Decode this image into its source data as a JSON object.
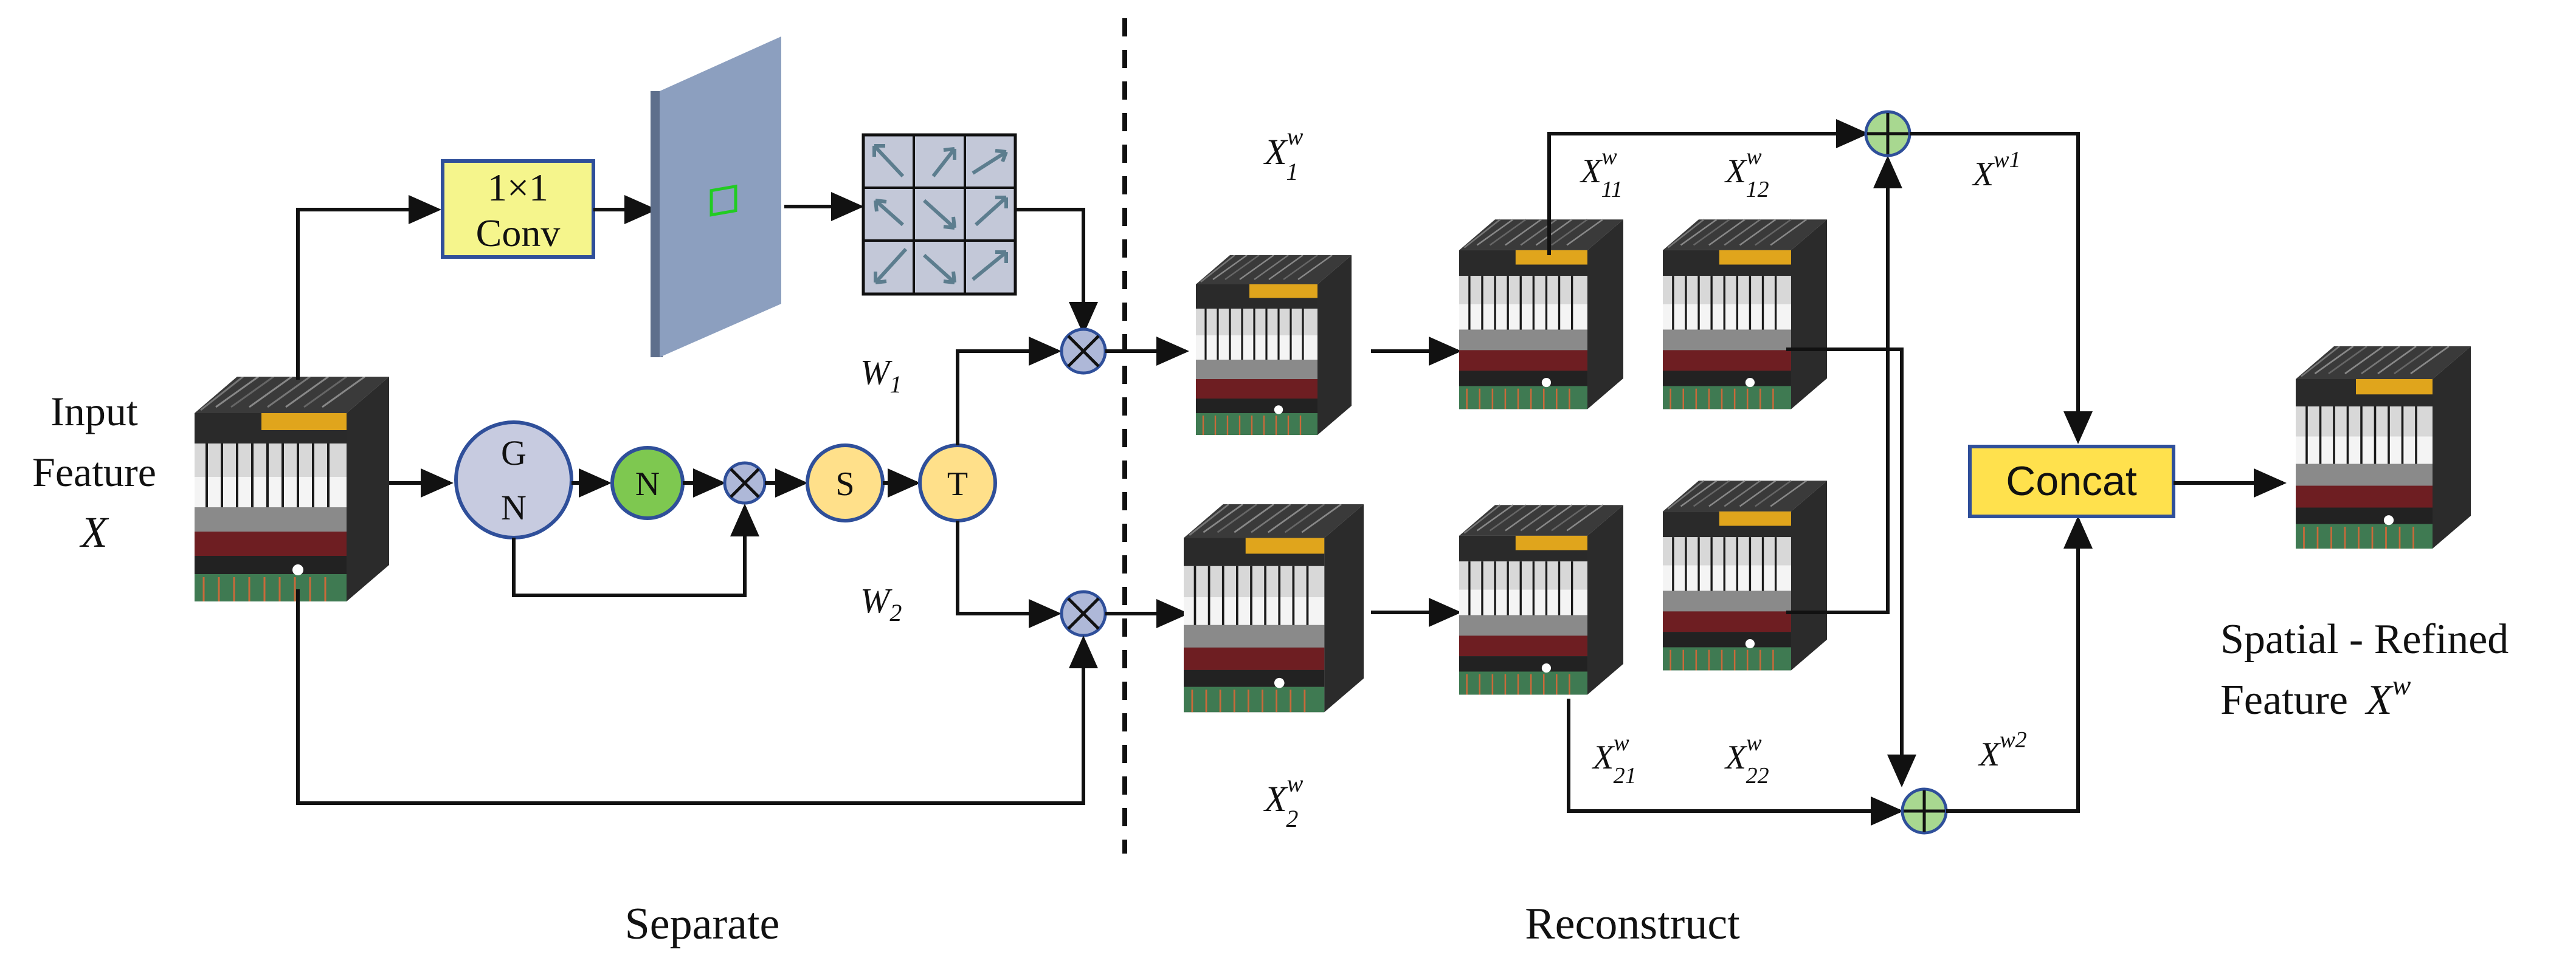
{
  "input_label": {
    "line1": "Input",
    "line2": "Feature",
    "line3": "X"
  },
  "nodes": {
    "conv": {
      "line1": "1×1",
      "line2": "Conv"
    },
    "gn": {
      "g": "G",
      "n": "N"
    },
    "n": "N",
    "s": "S",
    "t": "T",
    "concat": "Concat"
  },
  "weights": {
    "w1": "W",
    "w1_sub": "1",
    "w2": "W",
    "w2_sub": "2"
  },
  "features": {
    "x1w": {
      "base": "X",
      "sup": "w",
      "sub": "1"
    },
    "x2w": {
      "base": "X",
      "sup": "w",
      "sub": "2"
    },
    "x11w": {
      "base": "X",
      "sup": "w",
      "sub": "11"
    },
    "x12w": {
      "base": "X",
      "sup": "w",
      "sub": "12"
    },
    "x21w": {
      "base": "X",
      "sup": "w",
      "sub": "21"
    },
    "x22w": {
      "base": "X",
      "sup": "w",
      "sub": "22"
    },
    "xw1": {
      "base": "X",
      "sup": "w1"
    },
    "xw2": {
      "base": "X",
      "sup": "w2"
    }
  },
  "output_label": {
    "line1": "Spatial - Refined",
    "line2": "Feature",
    "sym": "X",
    "sup": "w"
  },
  "sections": {
    "separate": "Separate",
    "reconstruct": "Reconstruct"
  },
  "colors": {
    "conv_fill": "#f5f58c",
    "concat_fill": "#ffe14d",
    "gn_fill": "#c7cbe0",
    "n_fill": "#7ec850",
    "st_fill": "#ffe08a",
    "node_stroke": "#2f4f9a",
    "op_fill": "#aeb8d8",
    "add_fill": "#a8d890",
    "plane_fill": "#8c9fbf"
  }
}
